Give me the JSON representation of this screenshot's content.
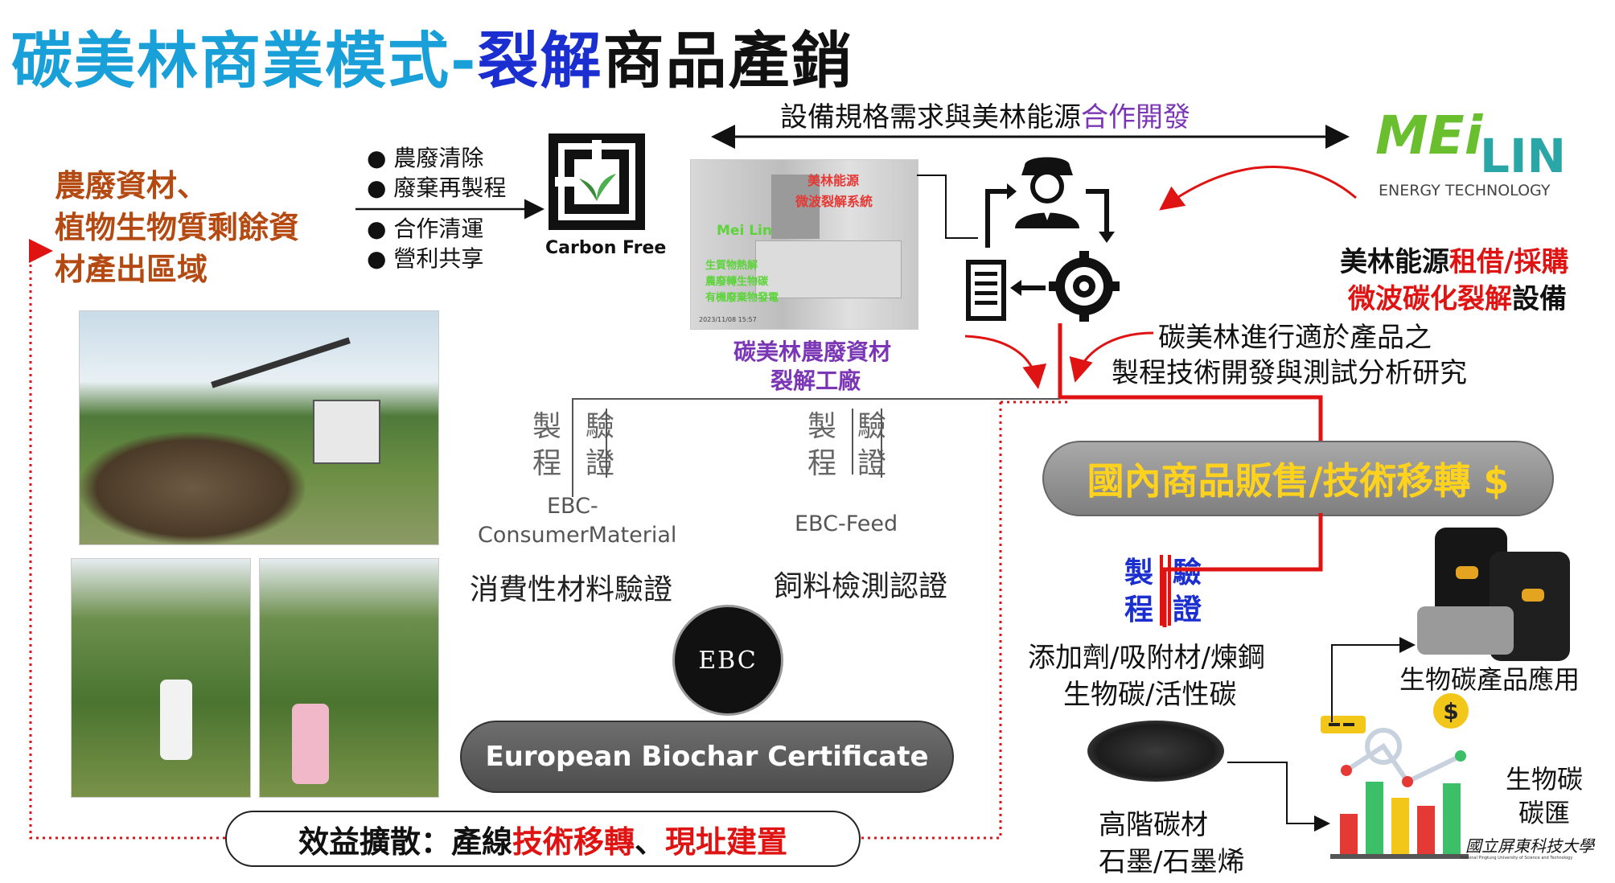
{
  "title": {
    "main": "碳美林商業模式",
    "dash": "-",
    "blue": "裂解",
    "black": "商品產銷"
  },
  "source": {
    "line1": "農廢資材、",
    "line2": "植物生物質剩餘資",
    "line3": "材產出區域"
  },
  "bullets_top": [
    "農廢清除",
    "廢棄再製程"
  ],
  "bullets_bottom": [
    "合作清運",
    "營利共享"
  ],
  "carbonfree_label": "Carbon Free",
  "factory": {
    "overlay1": "美林能源",
    "overlay2": "微波裂解系統",
    "overlay3": "Mei Lin",
    "overlay4": "生質物熱解",
    "overlay5": "農廢轉生物碳",
    "overlay6": "有機廢棄物發電",
    "stamp": "2023/11/08 15:57",
    "caption1": "碳美林農廢資材",
    "caption2": "裂解工廠"
  },
  "cooperation": {
    "prefix": "設備規格需求與美林能源",
    "highlight": "合作開發"
  },
  "meilin": {
    "logo_top": "MEi",
    "logo_bottom": "LIN",
    "subtitle": "ENERGY TECHNOLOGY"
  },
  "rental": {
    "line1_prefix": "美林能源",
    "line1_highlight": "租借/採購",
    "line2_highlight": "微波碳化裂解",
    "line2_suffix": "設備"
  },
  "research": {
    "line1": "碳美林進行適於產品之",
    "line2": "製程技術開發與測試分析研究"
  },
  "process_labels": {
    "proc1": "製",
    "proc2": "程",
    "ver1": "驗",
    "ver2": "證"
  },
  "ebc_consumer": {
    "line1": "EBC-",
    "line2": "ConsumerMaterial",
    "cn": "消費性材料驗證"
  },
  "ebc_feed": {
    "line1": "EBC-Feed",
    "cn": "飼料檢測認證"
  },
  "ebc_logo": "EBC",
  "ebc_pill": "European Biochar Certificate",
  "domestic": "國內商品販售/技術移轉 $",
  "products": {
    "line1": "添加劑/吸附材/煉鋼",
    "line2": "生物碳/活性碳"
  },
  "high_carbon": {
    "line1": "高階碳材",
    "line2": "石墨/石墨烯"
  },
  "biochar_app": "生物碳產品應用",
  "biochar_sink": {
    "line1": "生物碳",
    "line2": "碳匯"
  },
  "university": {
    "name": "國立屏東科技大學",
    "sub": "National Pingtung University of Science and Technology"
  },
  "bottom": {
    "prefix": "效益擴散：產線",
    "red1": "技術移轉",
    "sep": "、",
    "red2": "現址建置"
  },
  "colors": {
    "red": "#e01313",
    "title_blue": "#1aa0d8",
    "purple": "#7a36b4",
    "brown": "#b44a12",
    "meilin_green": "#6abf2e",
    "meilin_teal": "#2aa6a6"
  }
}
